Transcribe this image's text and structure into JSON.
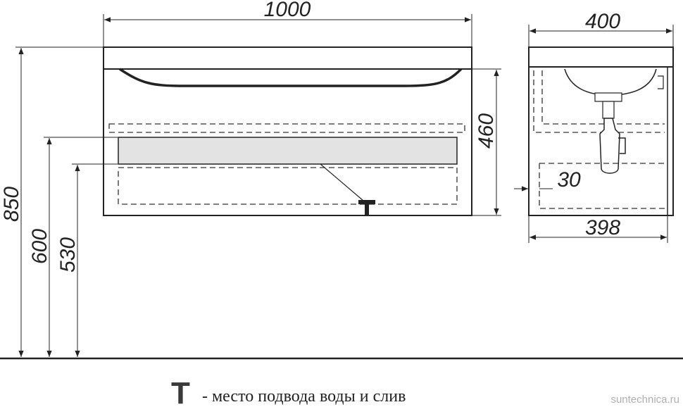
{
  "dimensions": {
    "width_front": "1000",
    "height_cabinet": "460",
    "depth_top": "400",
    "depth_bottom": "398",
    "offset_side": "30",
    "height_total": "850",
    "height_drain_top": "600",
    "height_drain_bottom": "530"
  },
  "legend": {
    "symbol": "T",
    "description": "- место подвода воды и слив"
  },
  "watermark": "suntechnica.ru",
  "colors": {
    "line": "#222222",
    "drain_zone_fill": "#e3e3e3",
    "watermark": "#b0b0b0"
  }
}
